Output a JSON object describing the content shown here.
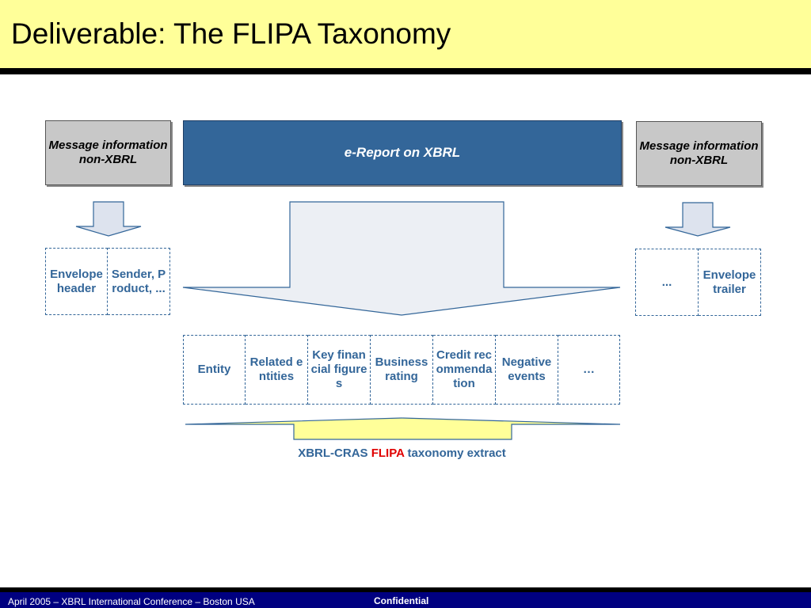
{
  "title": "Deliverable: The FLIPA Taxonomy",
  "left_message": "Message information non-XBRL",
  "right_message": "Message information non-XBRL",
  "center_report": "e-Report on XBRL",
  "left_envelope": [
    "Envelope header",
    "Sender, Product, ..."
  ],
  "right_envelope": [
    "...",
    "Envelope trailer"
  ],
  "taxonomy_items": [
    "Entity",
    "Related entities",
    "Key financial figures",
    "Business rating",
    "Credit recommendation",
    "Negative events",
    "…"
  ],
  "caption": {
    "before": "XBRL-CRAS ",
    "highlight": "FLIPA",
    "after": " taxonomy extract"
  },
  "footer": {
    "left": "April 2005 – XBRL International Conference – Boston USA",
    "center": "Confidential"
  },
  "colors": {
    "title_bg": "#ffff99",
    "blue": "#336699",
    "highlight": "#e00000",
    "footer_bg": "#000080"
  }
}
